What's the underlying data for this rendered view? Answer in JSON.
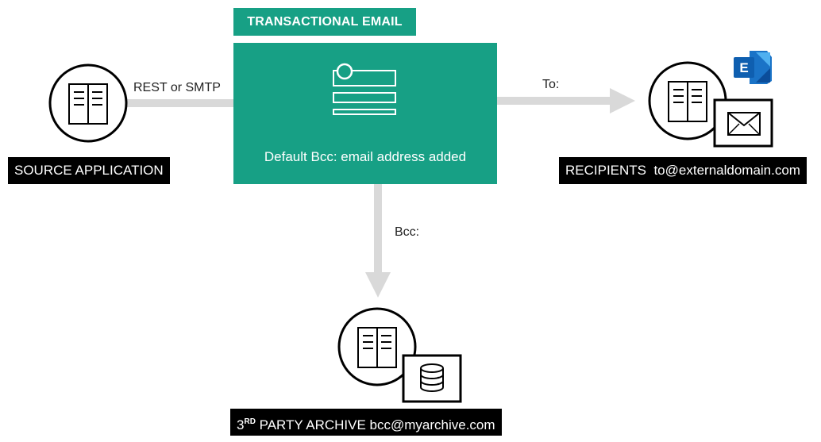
{
  "diagram": {
    "title": "TRANSACTIONAL EMAIL",
    "main_note": "Default Bcc: email address added",
    "edges": {
      "source_to_main": "REST or SMTP",
      "main_to_recipients": "To:",
      "main_to_archive": "Bcc:"
    },
    "nodes": {
      "source": {
        "label": "SOURCE APPLICATION"
      },
      "recipients": {
        "label": "RECIPIENTS  to@externaldomain.com"
      },
      "archive": {
        "label_prefix": "3",
        "label_sup": "RD",
        "label_rest": " PARTY ARCHIVE bcc@myarchive.com"
      }
    },
    "icons": {
      "app": "application-window-icon",
      "mail": "envelope-icon",
      "db": "database-icon",
      "exchange": "exchange-logo",
      "exchange_letter": "E"
    },
    "colors": {
      "accent": "#17a085",
      "arrow": "#d9d9d9",
      "label_bg": "#000000"
    }
  }
}
